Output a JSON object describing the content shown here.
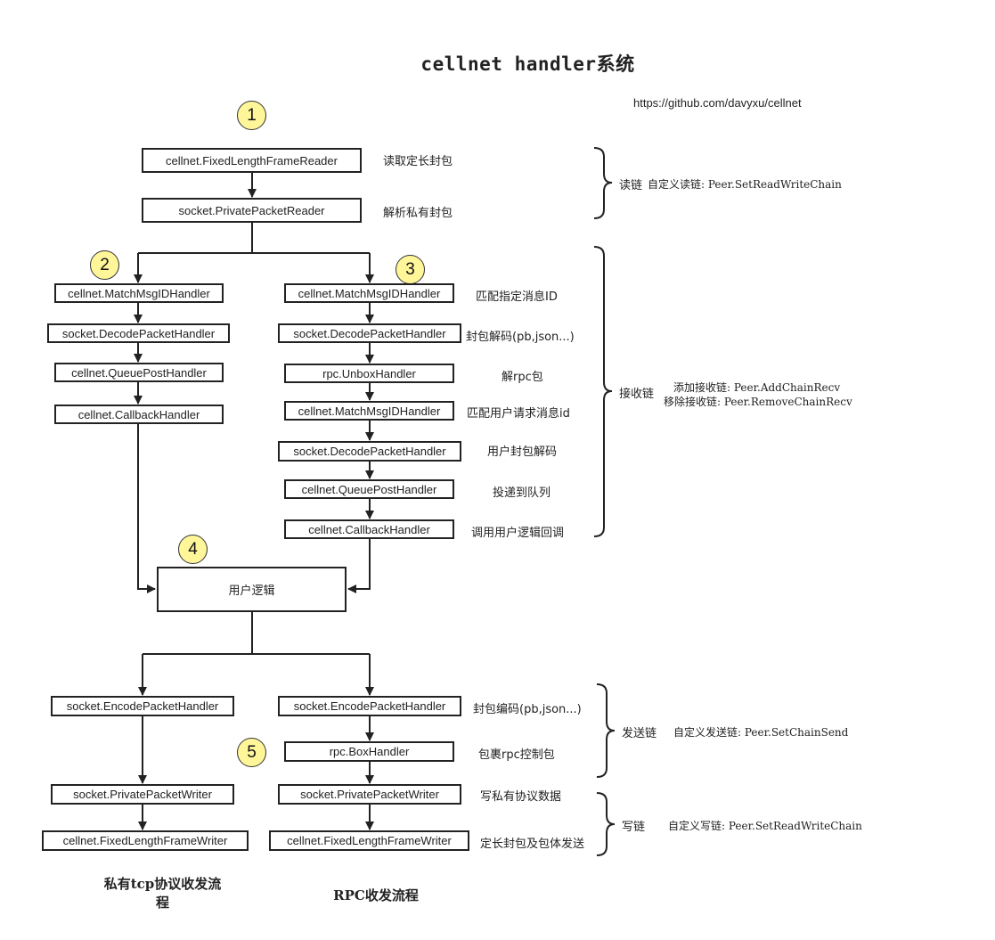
{
  "title": "cellnet handler系统",
  "url": "https://github.com/davyxu/cellnet",
  "steps": [
    "1",
    "2",
    "3",
    "4",
    "5"
  ],
  "read_chain": {
    "boxes": [
      "cellnet.FixedLengthFrameReader",
      "socket.PrivatePacketReader"
    ],
    "notes": [
      "读取定长封包",
      "解析私有封包"
    ],
    "brace_label": "读链",
    "brace_desc": "自定义读链: Peer.SetReadWriteChain"
  },
  "left_recv": [
    "cellnet.MatchMsgIDHandler",
    "socket.DecodePacketHandler",
    "cellnet.QueuePostHandler",
    "cellnet.CallbackHandler"
  ],
  "right_recv": {
    "boxes": [
      "cellnet.MatchMsgIDHandler",
      "socket.DecodePacketHandler",
      "rpc.UnboxHandler",
      "cellnet.MatchMsgIDHandler",
      "socket.DecodePacketHandler",
      "cellnet.QueuePostHandler",
      "cellnet.CallbackHandler"
    ],
    "notes": [
      "匹配指定消息ID",
      "封包解码(pb,json...)",
      "解rpc包",
      "匹配用户请求消息id",
      "用户封包解码",
      "投递到队列",
      "调用用户逻辑回调"
    ]
  },
  "recv_chain": {
    "brace_label": "接收链",
    "desc_add": "添加接收链: Peer.AddChainRecv",
    "desc_remove": "移除接收链: Peer.RemoveChainRecv"
  },
  "user_logic": "用户逻辑",
  "left_send": [
    "socket.EncodePacketHandler",
    "socket.PrivatePacketWriter",
    "cellnet.FixedLengthFrameWriter"
  ],
  "right_send": {
    "boxes": [
      "socket.EncodePacketHandler",
      "rpc.BoxHandler",
      "socket.PrivatePacketWriter",
      "cellnet.FixedLengthFrameWriter"
    ],
    "notes": [
      "封包编码(pb,json...)",
      "包裹rpc控制包",
      "写私有协议数据",
      "定长封包及包体发送"
    ]
  },
  "send_chain": {
    "brace_label": "发送链",
    "brace_desc": "自定义发送链: Peer.SetChainSend"
  },
  "write_chain": {
    "brace_label": "写链",
    "brace_desc": "自定义写链: Peer.SetReadWriteChain"
  },
  "footer": {
    "left_line1": "私有tcp协议收发流",
    "left_line2": "程",
    "right": "RPC收发流程"
  }
}
